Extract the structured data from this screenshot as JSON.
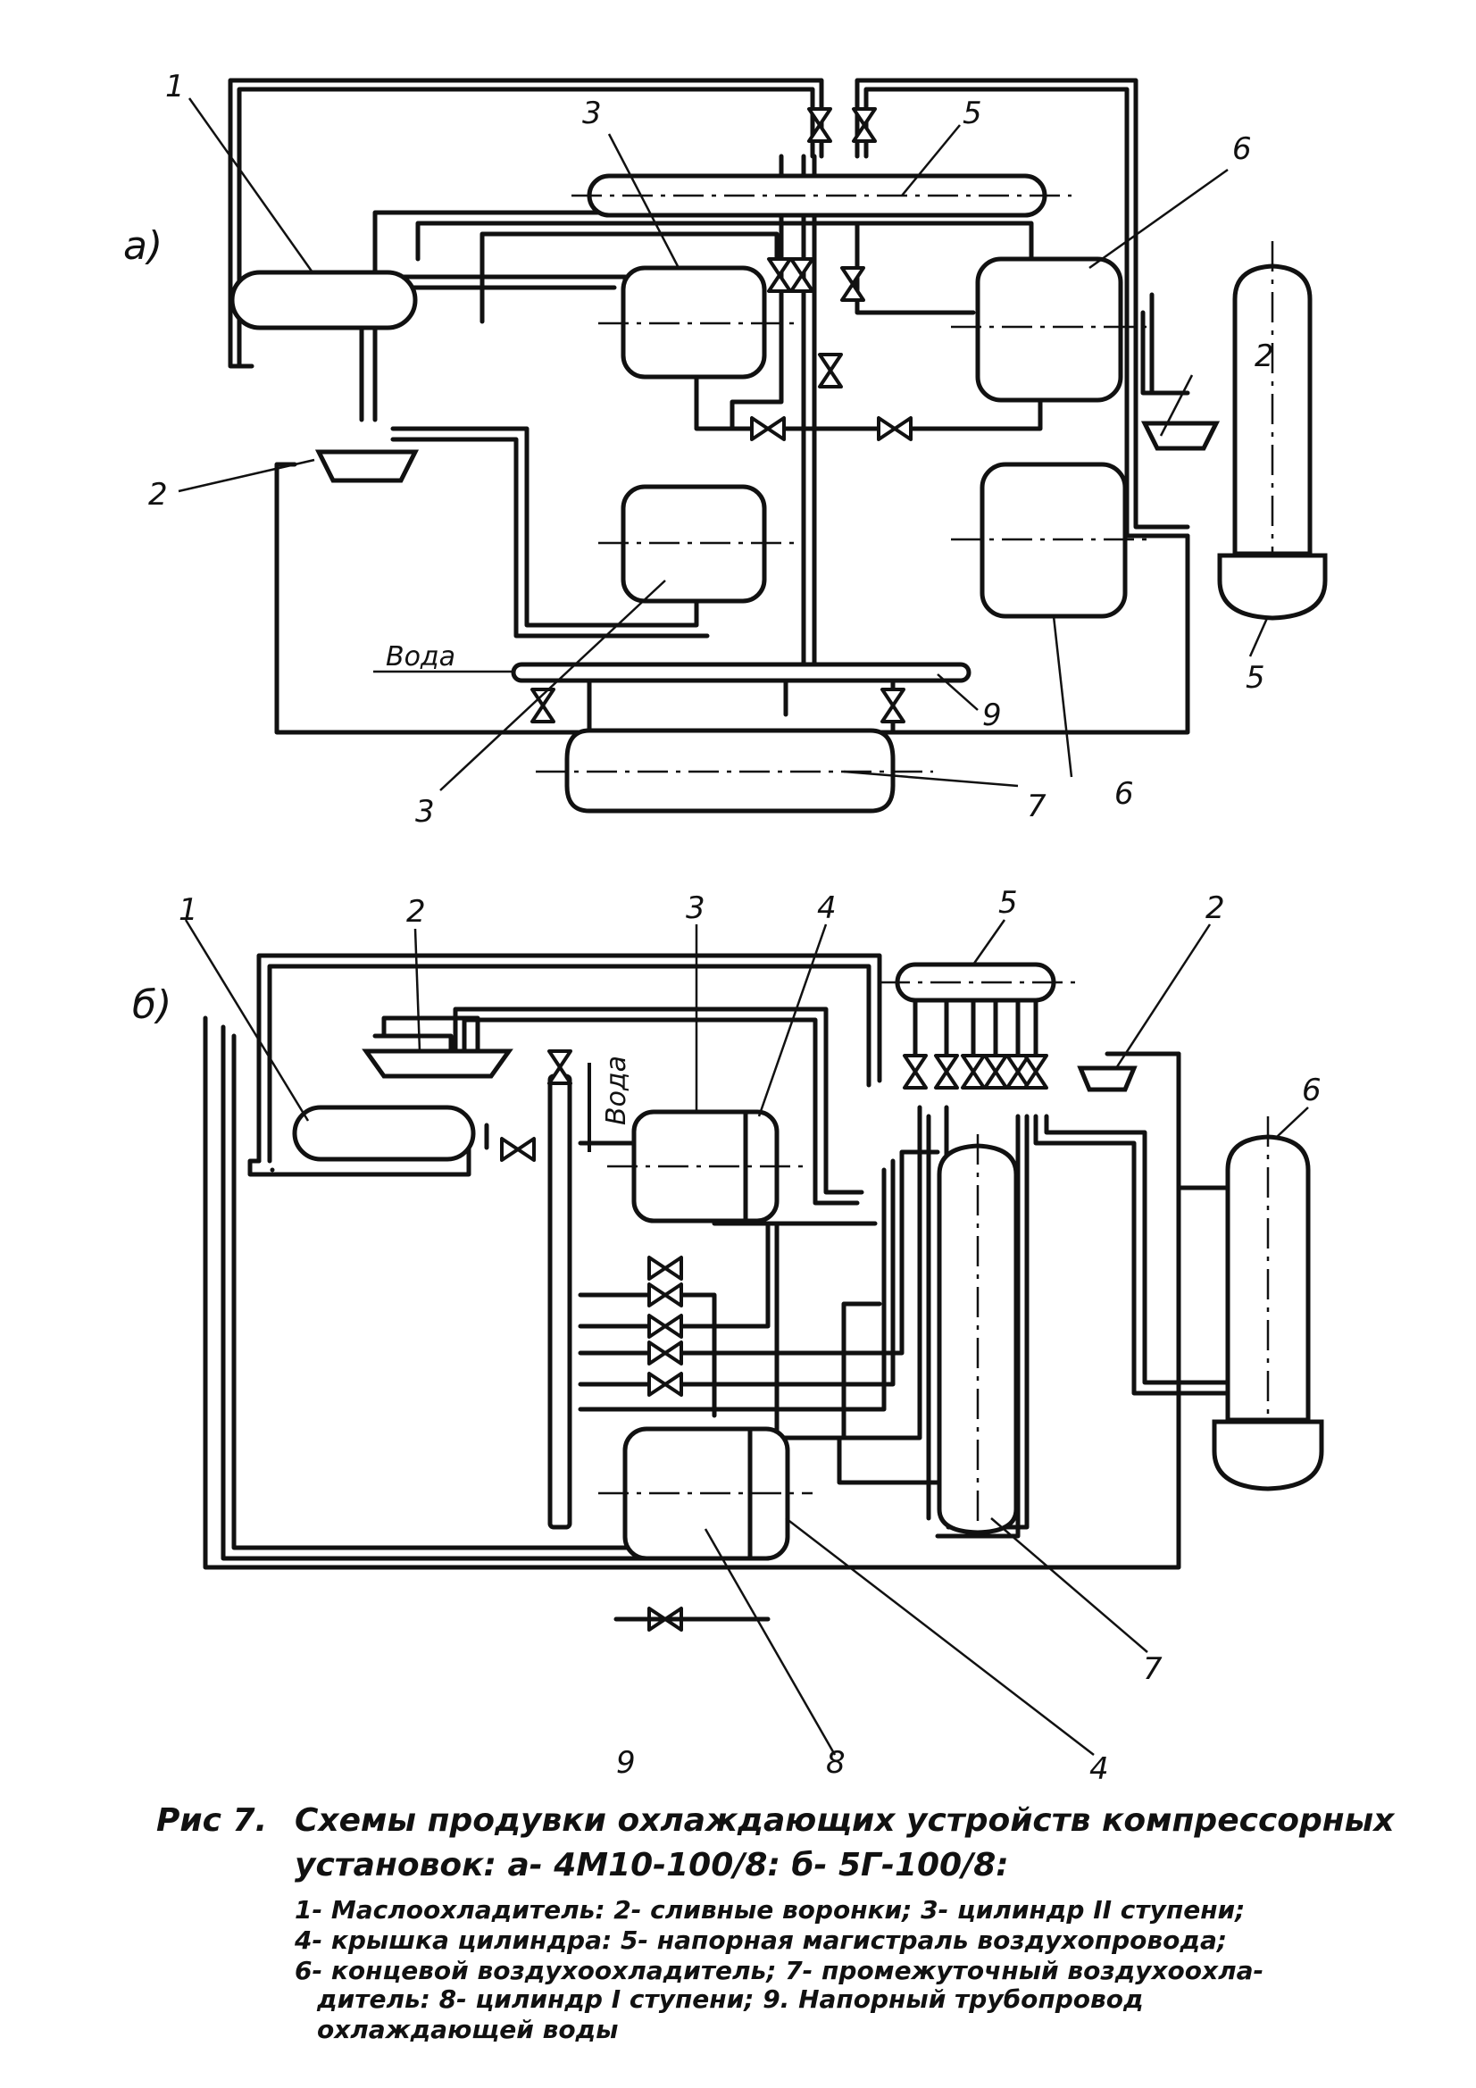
{
  "scheme_a": {
    "mark": "a)",
    "labels": {
      "n1": "1",
      "n2_left": "2",
      "n2_right": "2",
      "n3_top": "3",
      "n3_bottom": "3",
      "n5_top": "5",
      "n5_right": "5",
      "n6_top": "6",
      "n6_bottom": "6",
      "n7": "7",
      "n9": "9"
    },
    "water_label": "Вода"
  },
  "scheme_b": {
    "mark": "б)",
    "labels": {
      "n1": "1",
      "n2_left": "2",
      "n2_right": "2",
      "n3": "3",
      "n4_top": "4",
      "n4_bottom": "4",
      "n5": "5",
      "n6": "6",
      "n7": "7",
      "n8": "8",
      "n9": "9"
    },
    "water_label": "Вода"
  },
  "caption": {
    "fig_label": "Рис 7.",
    "title_line1": "Схемы продувки охлаждающих устройств компрессорных",
    "title_line2": "установок: а- 4М10-100/8: б- 5Г-100/8:",
    "legend": [
      "1- Маслоохладитель: 2- сливные воронки; 3- цилиндр II ступени;",
      "4- крышка цилиндра: 5- напорная магистраль воздухопровода;",
      "6- концевой воздухоохладитель; 7- промежуточный воздухоохла-",
      "дитель: 8- цилиндр I ступени; 9. Напорный трубопровод",
      "охлаждающей воды"
    ]
  }
}
